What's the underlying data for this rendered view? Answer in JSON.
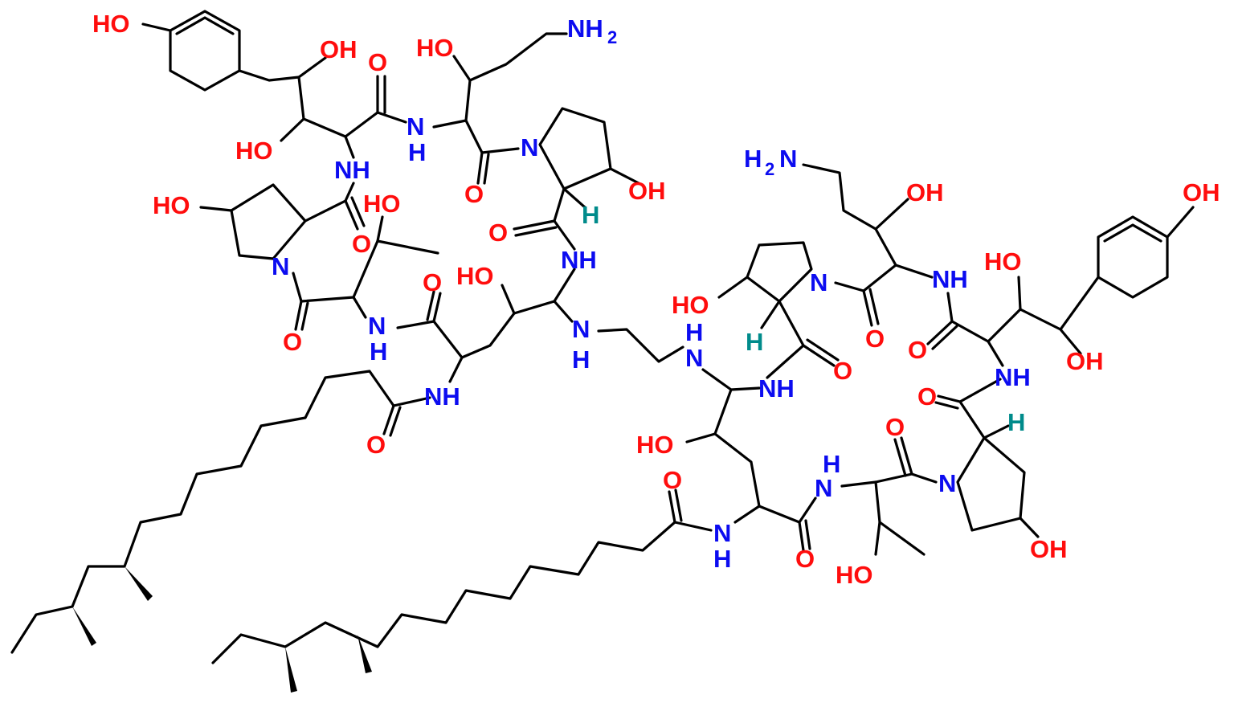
{
  "title": "Cyclic lipopeptide dimer linked by ethylenediamine (structure drawing)",
  "colors": {
    "oxygen": "#ff0d0d",
    "nitrogen": "#0c0cf0",
    "stereo_hydrogen": "#008b8b",
    "bond": "#000000"
  },
  "atoms": {
    "hydroxyl": "OH",
    "hydroxyl_left": "HO",
    "oxygen": "O",
    "amide_nh": "NH",
    "nitrogen": "N",
    "hydrogen": "H",
    "amine_right": "NH",
    "amine_left": "H",
    "sub2": "2"
  }
}
